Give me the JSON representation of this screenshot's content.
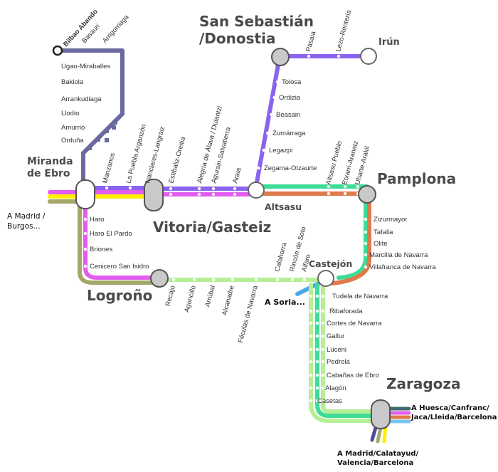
{
  "colors": {
    "violet": "#8a63ee",
    "steel": "#6a6aa0",
    "green": "#3ddc97",
    "lightgreen": "#b5ef95",
    "orange": "#e07a4a",
    "magenta": "#e35cf0",
    "yellow": "#fff000",
    "olive": "#a3a86a",
    "navy": "#4b4f9d",
    "cyan": "#7bc4ef",
    "dark": "#3f6a6f",
    "blue": "#4aa8e8"
  },
  "hubs": {
    "miranda": "Miranda\nde Ebro",
    "vitoria": "Vitoria/Gasteiz",
    "donostia": "San Sebastián\n/Donostia",
    "pamplona": "Pamplona",
    "logrono": "Logroño",
    "zaragoza": "Zaragoza",
    "castejon": "Castejón",
    "altsasu": "Altsasu",
    "irun": "Irún"
  },
  "notes": {
    "madrid_burgos": "A Madrid /\nBurgos...",
    "soria": "A Soria...",
    "huesca": "A Huesca/Canfranc/\nJaca/Lleida/Barcelona",
    "calatayud": "A Madrid/Calatayud/\nValencia/Barcelona"
  },
  "stations": {
    "bilbao": [
      "Bilbao Abando",
      "Basauri",
      "Arrigorriaga",
      "Ugao-Miraballes",
      "Bakiola",
      "Arrankudiaga",
      "Llodio",
      "Amurrio",
      "Orduña"
    ],
    "vitoria_w": [
      "Manzanos",
      "La Puebla Arganzón",
      "Nanclares-Langraiz"
    ],
    "vitoria_e": [
      "Estíbaliz-Oreitia",
      "Alegría de Álava / Dulantzi",
      "Agurain-Salvatierra",
      "Araia"
    ],
    "donostia": [
      "Tolosa",
      "Ordizia",
      "Beasain",
      "Zumárraga",
      "Legazpi",
      "Zegama-Otzaurte"
    ],
    "irun": [
      "Pasaia",
      "Lezo-Rentería"
    ],
    "pamplona_w": [
      "Altsasu Pueblo",
      "Etxarri-Aranatz",
      "Uharte-Arakil"
    ],
    "pamplona_s": [
      "Zizurmayor",
      "Tafalla",
      "Olite",
      "Marcilla de Navarra",
      "Villafranca de Navarra"
    ],
    "rioja": [
      "Haro",
      "Haro El Pardo",
      "Briones",
      "Cenicero San Isidro"
    ],
    "logrono_e": [
      "Recajo",
      "Agoncillo",
      "Arrúbal",
      "Alcanadre",
      "Féculas de Navarra",
      "Calahorra",
      "Rincón de Soto",
      "Alfaro"
    ],
    "zaragoza": [
      "Tudela de Navarra",
      "Ribaforada",
      "Cortes de Navarra",
      "Gallur",
      "Luceni",
      "Pedrola",
      "Cabañas de Ebro",
      "Alagón",
      "Casetas"
    ]
  }
}
